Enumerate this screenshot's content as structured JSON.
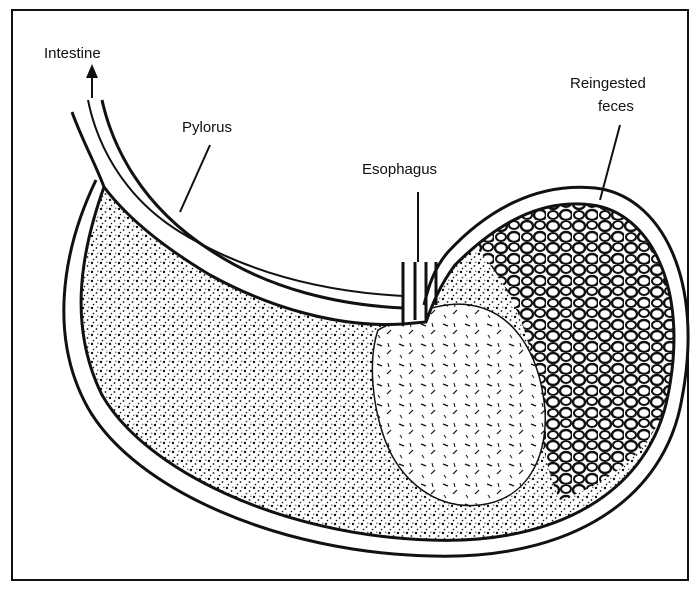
{
  "labels": {
    "intestine": "Intestine",
    "pylorus": "Pylorus",
    "esophagus": "Esophagus",
    "feces_line1": "Reingested",
    "feces_line2": "feces"
  },
  "colors": {
    "ink": "#111111",
    "paper": "#ffffff"
  }
}
